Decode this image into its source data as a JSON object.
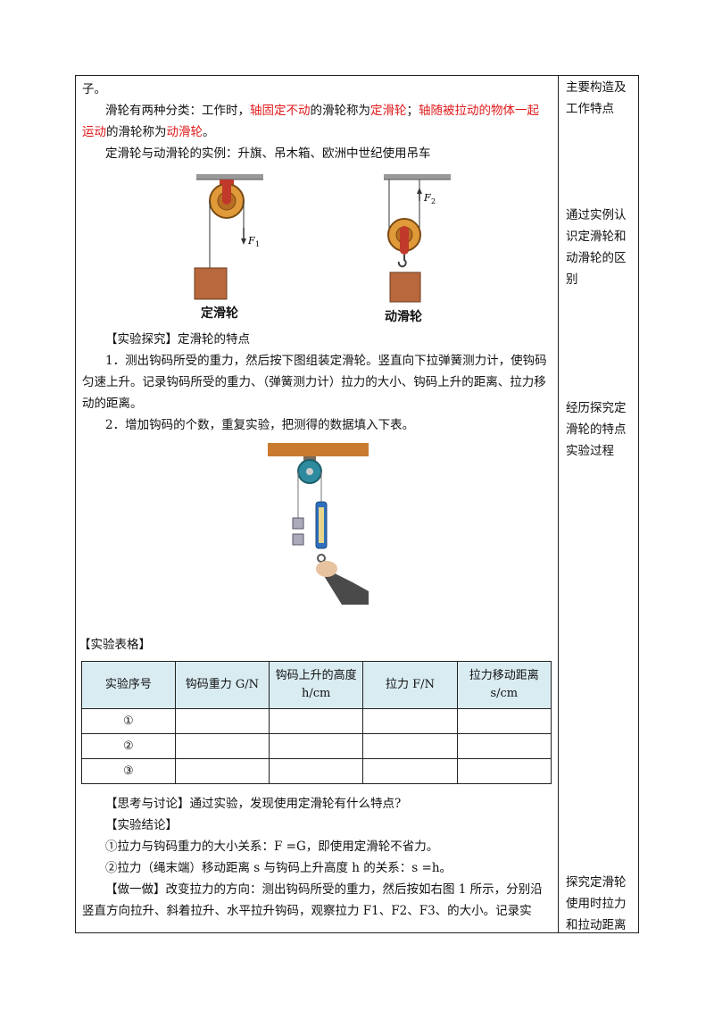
{
  "main": {
    "line0": "子。",
    "classify_a": "滑轮有两种分类：工作时，",
    "classify_red1": "轴固定不动",
    "classify_b": "的滑轮称为",
    "classify_red2": "定滑轮",
    "classify_c": "；",
    "classify_red3": "轴随被拉动的物体一起运动",
    "classify_d": "的滑轮称为",
    "classify_red4": "动滑轮",
    "classify_e": "。",
    "examples": "定滑轮与动滑轮的实例：升旗、吊木箱、欧洲中世纪使用吊车",
    "fig_fixed_label": "定滑轮",
    "fig_movable_label": "动滑轮",
    "force1_label": "F",
    "force1_sub": "1",
    "force2_label": "F",
    "force2_sub": "2",
    "explore_title": "【实验探究】定滑轮的特点",
    "step1": "1．测出钩码所受的重力，然后按下图组装定滑轮。竖直向下拉弹簧测力计，使钩码匀速上升。记录钩码所受的重力、（弹簧测力计）拉力的大小、钩码上升的距离、拉力移动的距离。",
    "step2": "2．增加钩码的个数，重复实验，把测得的数据填入下表。",
    "table_title": "【实验表格】",
    "discuss": "【思考与讨论】通过实验，发现使用定滑轮有什么特点?",
    "conclusion_title": "【实验结论】",
    "conclusion1": "①拉力与钩码重力的大小关系：F =G，即使用定滑轮不省力。",
    "conclusion2": "②拉力（绳末端）移动距离 s 与钩码上升高度 h 的关系：s =h。",
    "doit": "【做一做】改变拉力的方向：测出钩码所受的重力，然后按如右图 1 所示，分别沿竖直方向拉升、斜着拉升、水平拉升钩码，观察拉力 F1、F2、F3、的大小。记录实"
  },
  "table": {
    "headers": [
      "实验序号",
      "钩码重力 G/N",
      "钩码上升的高度 h/cm",
      "拉力 F/N",
      "拉力移动距离 s/cm"
    ],
    "rows": [
      [
        "①",
        "",
        "",
        "",
        ""
      ],
      [
        "②",
        "",
        "",
        "",
        ""
      ],
      [
        "③",
        "",
        "",
        "",
        ""
      ]
    ]
  },
  "side": {
    "note1": "主要构造及工作特点",
    "note2": "通过实例认识定滑轮和动滑轮的区别",
    "note3": "经历探究定滑轮的特点实验过程",
    "note4": "探究定滑轮使用时拉力和拉动距离"
  },
  "colors": {
    "red": "#e0191b",
    "pulley": "#d08a2a",
    "box": "#b8683c",
    "table_header": "#d9ecf2"
  }
}
